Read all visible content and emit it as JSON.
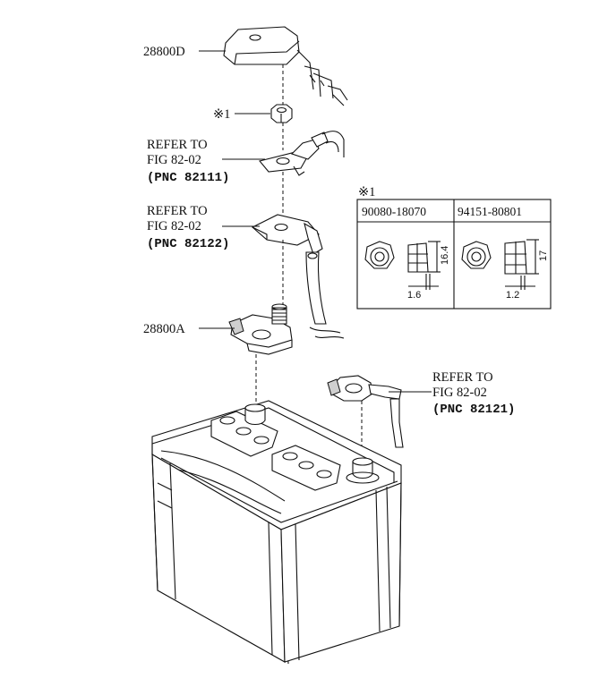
{
  "labels": {
    "cover": "28800D",
    "nut_mark": "※1",
    "terminal_a": "28800A",
    "ref1_line1": "REFER TO",
    "ref1_line2": "FIG 82-02",
    "ref1_pnc": "(PNC 82111)",
    "ref2_line1": "REFER TO",
    "ref2_line2": "FIG 82-02",
    "ref2_pnc": "(PNC 82122)",
    "ref3_line1": "REFER TO",
    "ref3_line2": "FIG 82-02",
    "ref3_pnc": "(PNC 82121)"
  },
  "nut_table": {
    "mark": "※1",
    "columns": [
      {
        "part_no": "90080-18070",
        "height": "16.4",
        "flange": "1.6"
      },
      {
        "part_no": "94151-80801",
        "height": "17",
        "flange": "1.2"
      }
    ]
  }
}
